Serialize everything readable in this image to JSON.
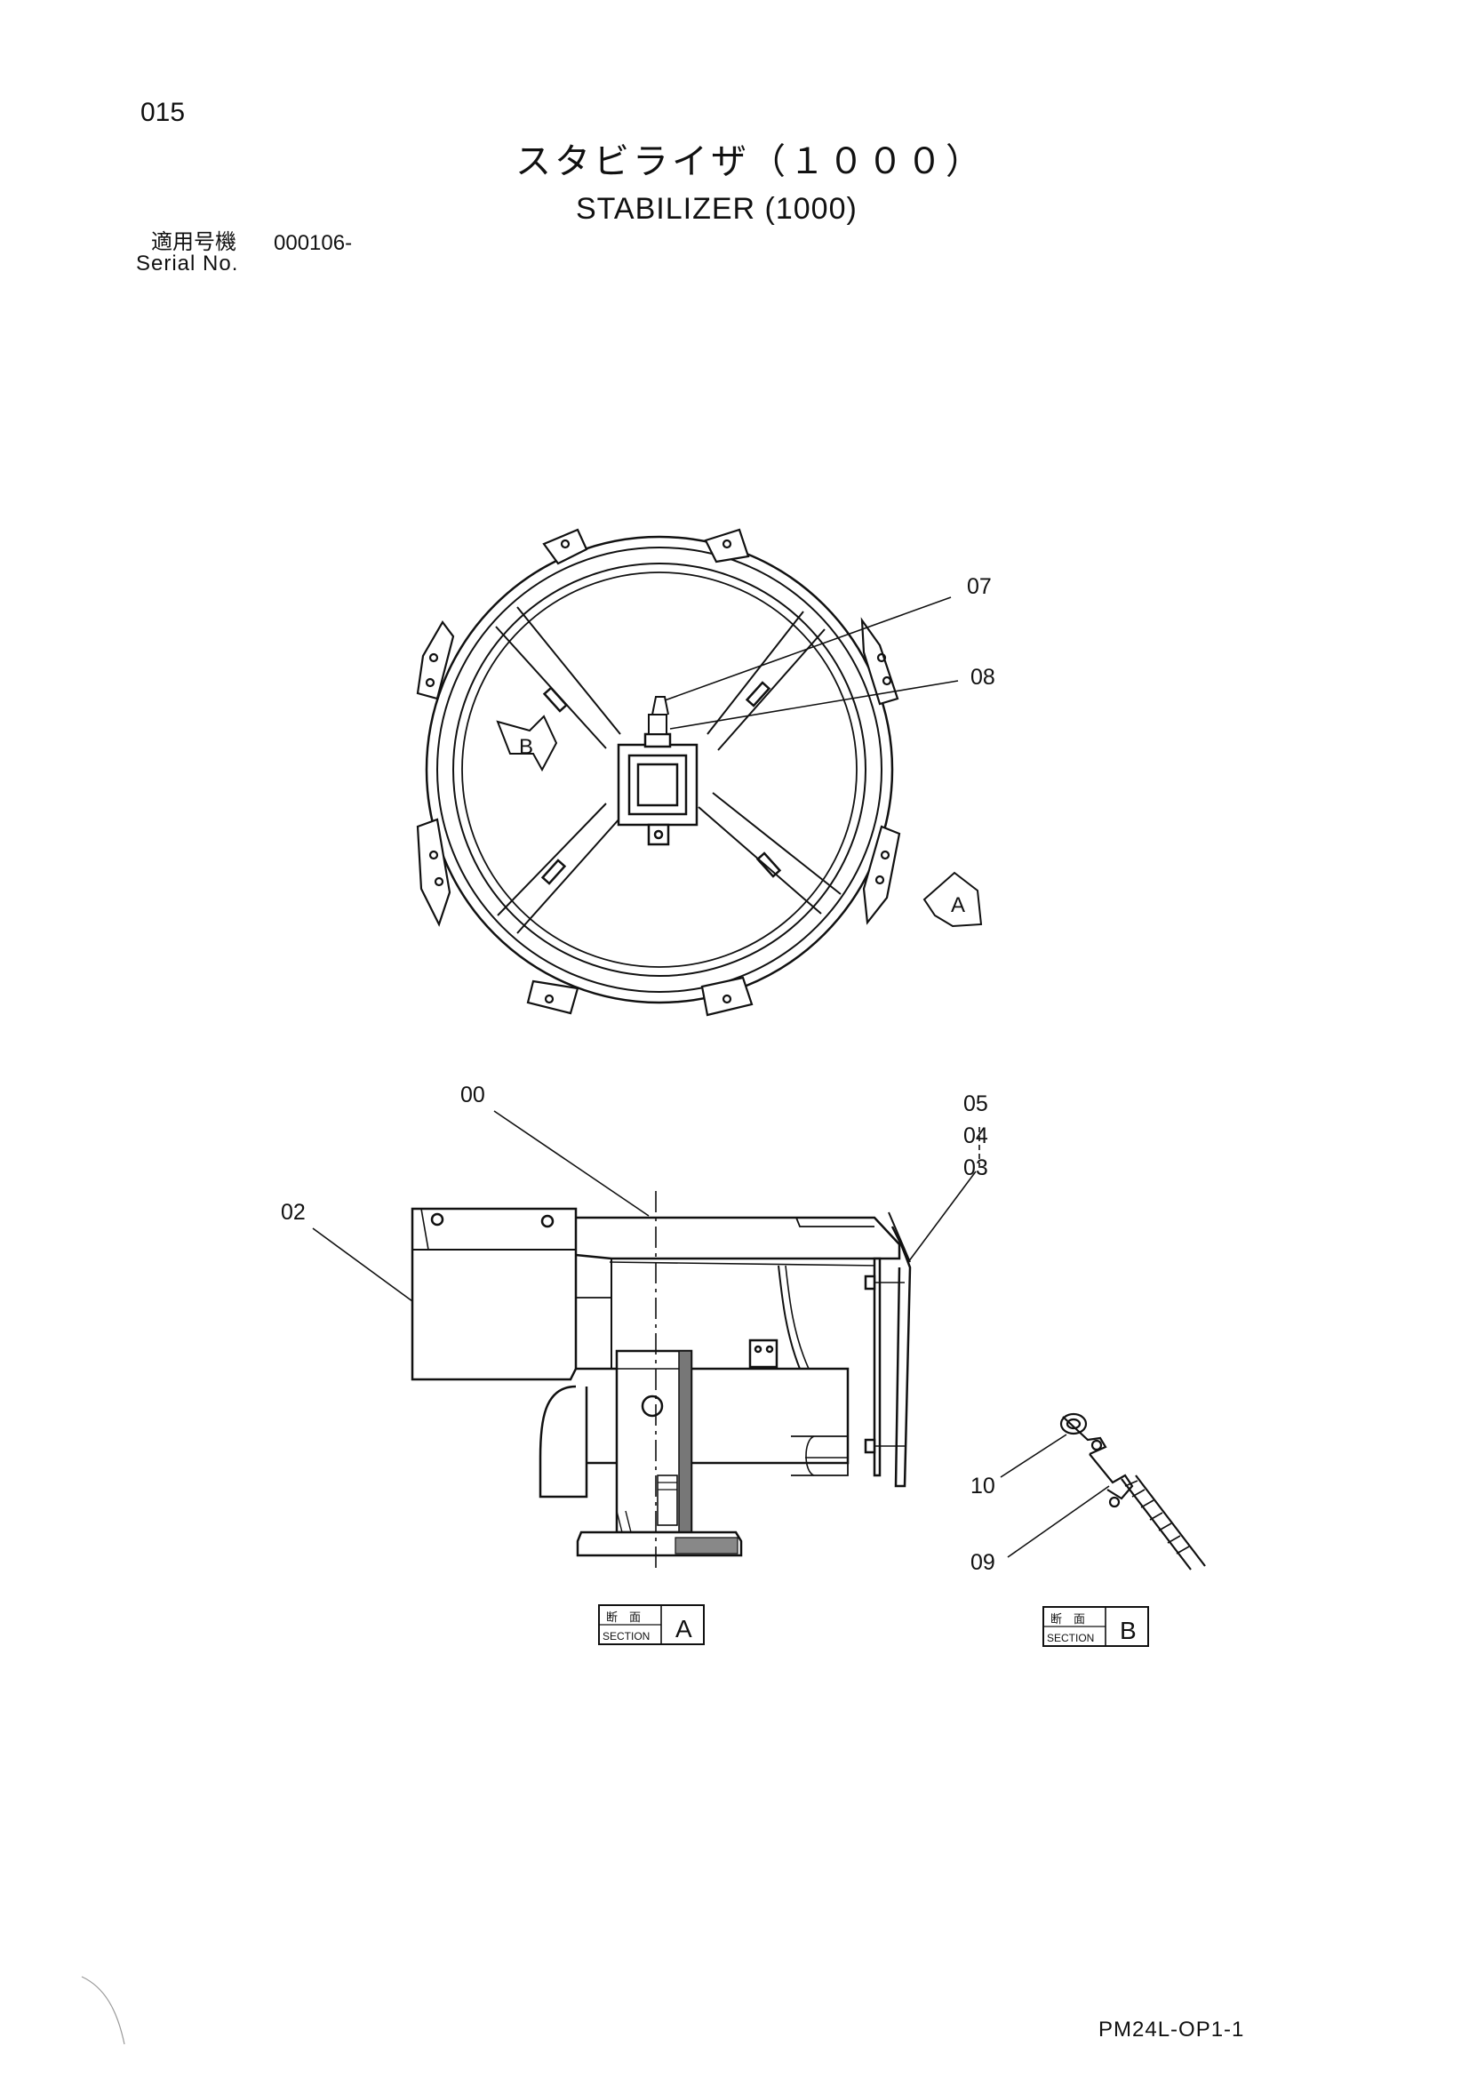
{
  "header": {
    "page_number": "015",
    "title_jp": "スタビライザ（１０００）",
    "title_en": "STABILIZER (1000)",
    "serial_label_jp": "適用号機",
    "serial_value": "000106-",
    "serial_label_en": "Serial No."
  },
  "callouts": {
    "c07": "07",
    "c08": "08",
    "c00": "00",
    "c05": "05",
    "c04": "04",
    "c03": "03",
    "c02": "02",
    "c10": "10",
    "c09": "09"
  },
  "view_markers": {
    "a": "A",
    "b": "B"
  },
  "section_labels": {
    "a": {
      "jp": "断　面",
      "en": "SECTION",
      "letter": "A"
    },
    "b": {
      "jp": "断　面",
      "en": "SECTION",
      "letter": "B"
    }
  },
  "footer": {
    "doc_code": "PM24L-OP1-1"
  }
}
